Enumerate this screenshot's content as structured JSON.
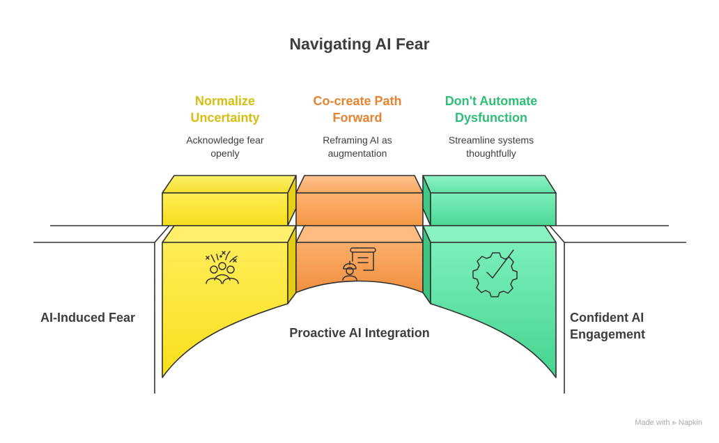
{
  "title": "Navigating AI Fear",
  "colors": {
    "yellow": "#F5DD1E",
    "orange": "#F39A4B",
    "green": "#4EDA9A",
    "yellow_text": "#D8BD11",
    "orange_text": "#E58330",
    "green_text": "#2FBE78",
    "outline": "#2f2f2f"
  },
  "steps": [
    {
      "title": "Normalize\nUncertainty",
      "description": "Acknowledge fear\nopenly",
      "icon": "celebrating-people-icon",
      "color": "yellow"
    },
    {
      "title": "Co-create Path\nForward",
      "description": "Reframing AI as\naugmentation",
      "icon": "engineer-blueprint-icon",
      "color": "orange"
    },
    {
      "title": "Don't Automate\nDysfunction",
      "description": "Streamline systems\nthoughtfully",
      "icon": "gear-check-icon",
      "color": "green"
    }
  ],
  "left_label": "AI-Induced Fear",
  "center_label": "Proactive AI Integration",
  "right_label": "Confident AI\nEngagement",
  "watermark": "Made with ⪢ Napkin"
}
